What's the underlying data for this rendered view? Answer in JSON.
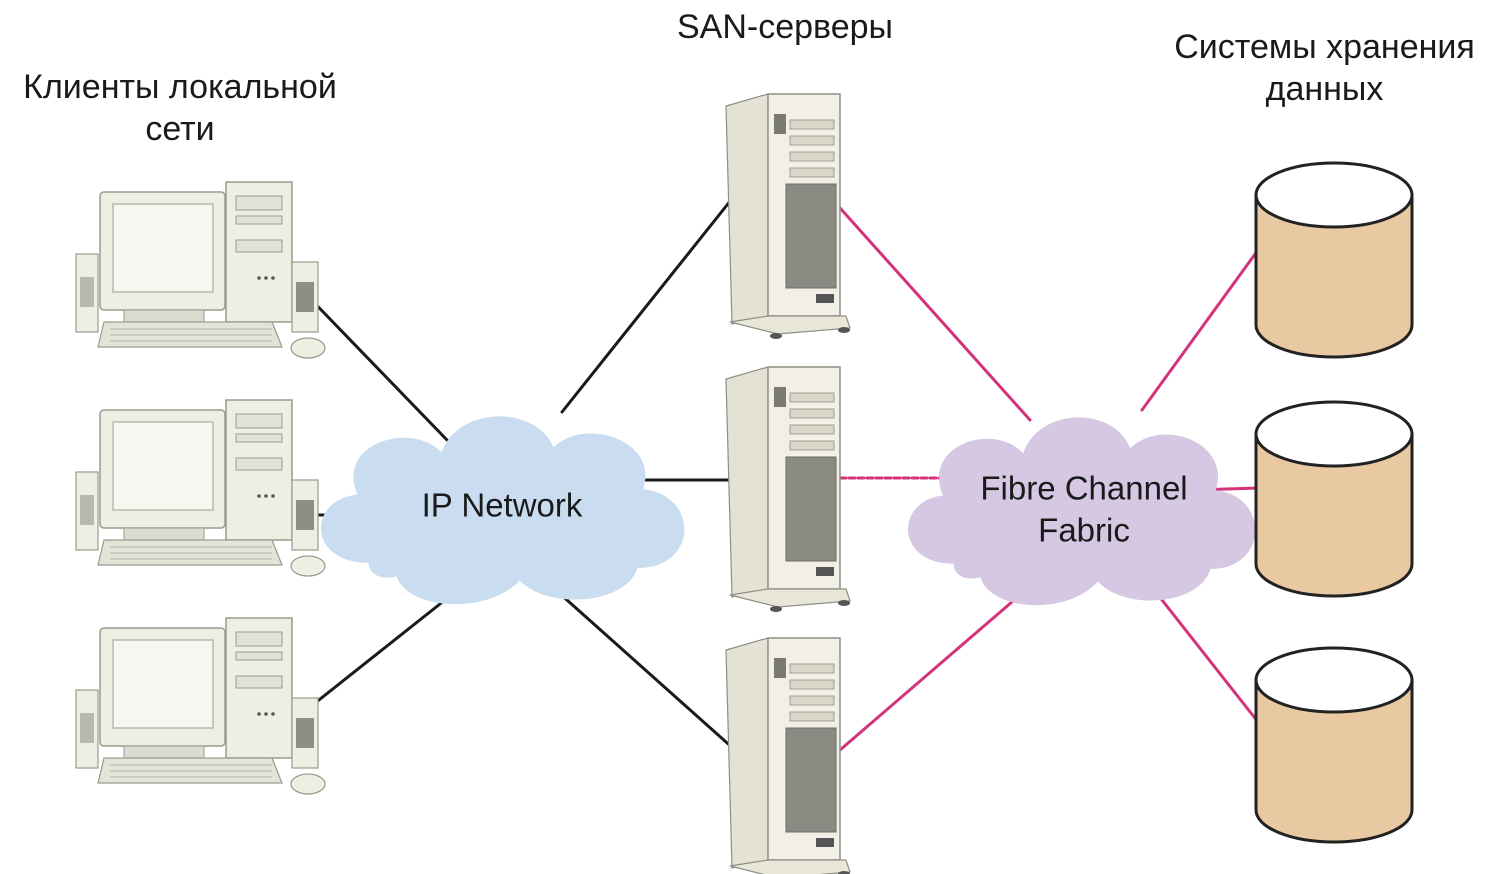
{
  "headings": {
    "clients": [
      "Клиенты локальной",
      "сети"
    ],
    "servers": [
      "SAN-серверы"
    ],
    "storage": [
      "Системы хранения",
      "данных"
    ]
  },
  "clouds": {
    "ip_network": {
      "label": [
        "IP Network"
      ],
      "color": "#c9dcf0"
    },
    "fibre_channel": {
      "label": [
        "Fibre Channel",
        "Fabric"
      ],
      "color": "#d6c8e3"
    }
  },
  "link_colors": {
    "ethernet": "#1a1a1a",
    "fibre": "#d4327a"
  },
  "device_colors": {
    "computer": "#efeee2",
    "server": "#f2f0e6",
    "disk": "#e8c9a2"
  },
  "nodes": {
    "clients": [
      {
        "icon": "desktop-computer-icon"
      },
      {
        "icon": "desktop-computer-icon"
      },
      {
        "icon": "desktop-computer-icon"
      }
    ],
    "servers": [
      {
        "icon": "tower-server-icon"
      },
      {
        "icon": "tower-server-icon"
      },
      {
        "icon": "tower-server-icon"
      }
    ],
    "storage": [
      {
        "icon": "storage-cylinder-icon"
      },
      {
        "icon": "storage-cylinder-icon"
      },
      {
        "icon": "storage-cylinder-icon"
      }
    ]
  },
  "links": [
    {
      "from": "client-1",
      "to": "ip-network",
      "type": "ethernet"
    },
    {
      "from": "client-2",
      "to": "ip-network",
      "type": "ethernet"
    },
    {
      "from": "client-3",
      "to": "ip-network",
      "type": "ethernet"
    },
    {
      "from": "ip-network",
      "to": "server-1",
      "type": "ethernet"
    },
    {
      "from": "ip-network",
      "to": "server-2",
      "type": "ethernet"
    },
    {
      "from": "ip-network",
      "to": "server-3",
      "type": "ethernet"
    },
    {
      "from": "server-1",
      "to": "fibre-channel-fabric",
      "type": "fibre"
    },
    {
      "from": "server-2",
      "to": "fibre-channel-fabric",
      "type": "fibre"
    },
    {
      "from": "server-3",
      "to": "fibre-channel-fabric",
      "type": "fibre"
    },
    {
      "from": "fibre-channel-fabric",
      "to": "storage-1",
      "type": "fibre"
    },
    {
      "from": "fibre-channel-fabric",
      "to": "storage-2",
      "type": "fibre"
    },
    {
      "from": "fibre-channel-fabric",
      "to": "storage-3",
      "type": "fibre"
    }
  ]
}
